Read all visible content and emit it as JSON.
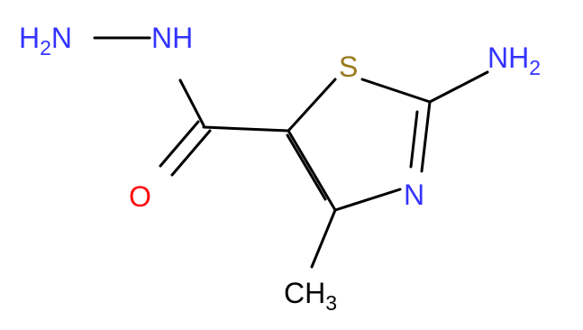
{
  "molecule": {
    "atoms": {
      "hydrazine_nh2": {
        "main": "H",
        "sub": "2",
        "tail": "N"
      },
      "hydrazine_nh": "NH",
      "carbonyl_o": "O",
      "ring_s": "S",
      "ring_n": "N",
      "amino_nh2": {
        "main": "NH",
        "sub": "2"
      },
      "methyl": {
        "main": "CH",
        "sub": "3"
      }
    },
    "colors": {
      "bond": "#000000",
      "nitrogen": "#3333ff",
      "oxygen": "#ff0d0d",
      "sulfur": "#9b7a1e",
      "carbon": "#000000"
    }
  }
}
